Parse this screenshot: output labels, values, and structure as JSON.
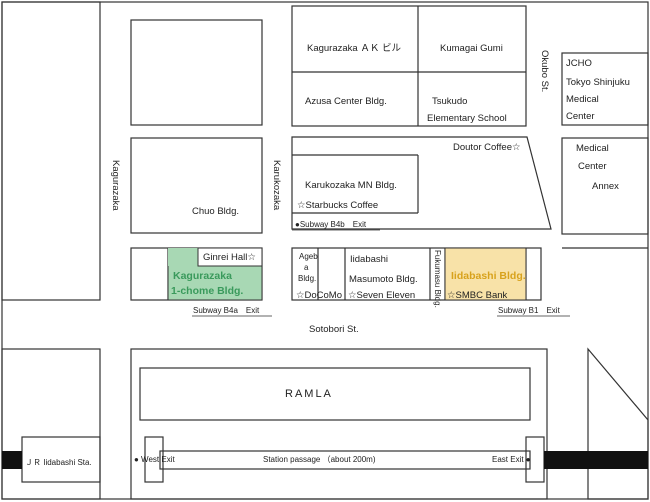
{
  "map": {
    "buildings": {
      "kagurazaka_ak": "Kagurazaka ＡＫ ビル",
      "kumagai": "Kumagai Gumi",
      "azusa": "Azusa Center Bldg.",
      "tsukudo_1": "Tsukudo",
      "tsukudo_2": "Elementary School",
      "jcho_1": "JCHO",
      "jcho_2": "Tokyo Shinjuku",
      "jcho_3": "Medical",
      "jcho_4": "Center",
      "annex_1": "Medical",
      "annex_2": "Center",
      "annex_3": "Annex",
      "chuo": "Chuo Bldg.",
      "mn": "Karukozaka MN Bldg.",
      "starbucks": "☆Starbucks Coffee",
      "doutor": "Doutor Coffee☆",
      "ginrei": "Ginrei Hall☆",
      "kag1_1": "Kagurazaka",
      "kag1_2": "1-chome Bldg.",
      "ageba_1": "Ageb",
      "ageba_2": "a",
      "ageba_3": "Bldg.",
      "iidabashi_masumoto_1": "Iidabashi",
      "iidabashi_masumoto_2": "Masumoto Bldg.",
      "fukumasu": "Fukumasu Bldg.",
      "iidabashi_bldg": "Iidabashi Bldg.",
      "docomo": "☆DoCoMo",
      "seven": "☆Seven Eleven",
      "smbc": "☆SMBC Bank",
      "ramla": "RAMLA"
    },
    "streets": {
      "kagurazaka": "Kagurazaka",
      "karukozaka": "Karukozaka",
      "okubo": "Okubo St.",
      "sotobori": "Sotobori St."
    },
    "exits": {
      "b4b": "●Subway B4b　Exit",
      "b4a": "Subway B4a　Exit",
      "b1": "Subway B1　Exit",
      "west": "● West Exit",
      "east": "East Exit ●",
      "passage": "Station passage （about 200m)",
      "jr": "ＪＲ Iidabashi Sta."
    },
    "colors": {
      "green_bldg": "#a8d8b4",
      "yellow_bldg": "#f8e2a8",
      "line": "#333333"
    }
  }
}
